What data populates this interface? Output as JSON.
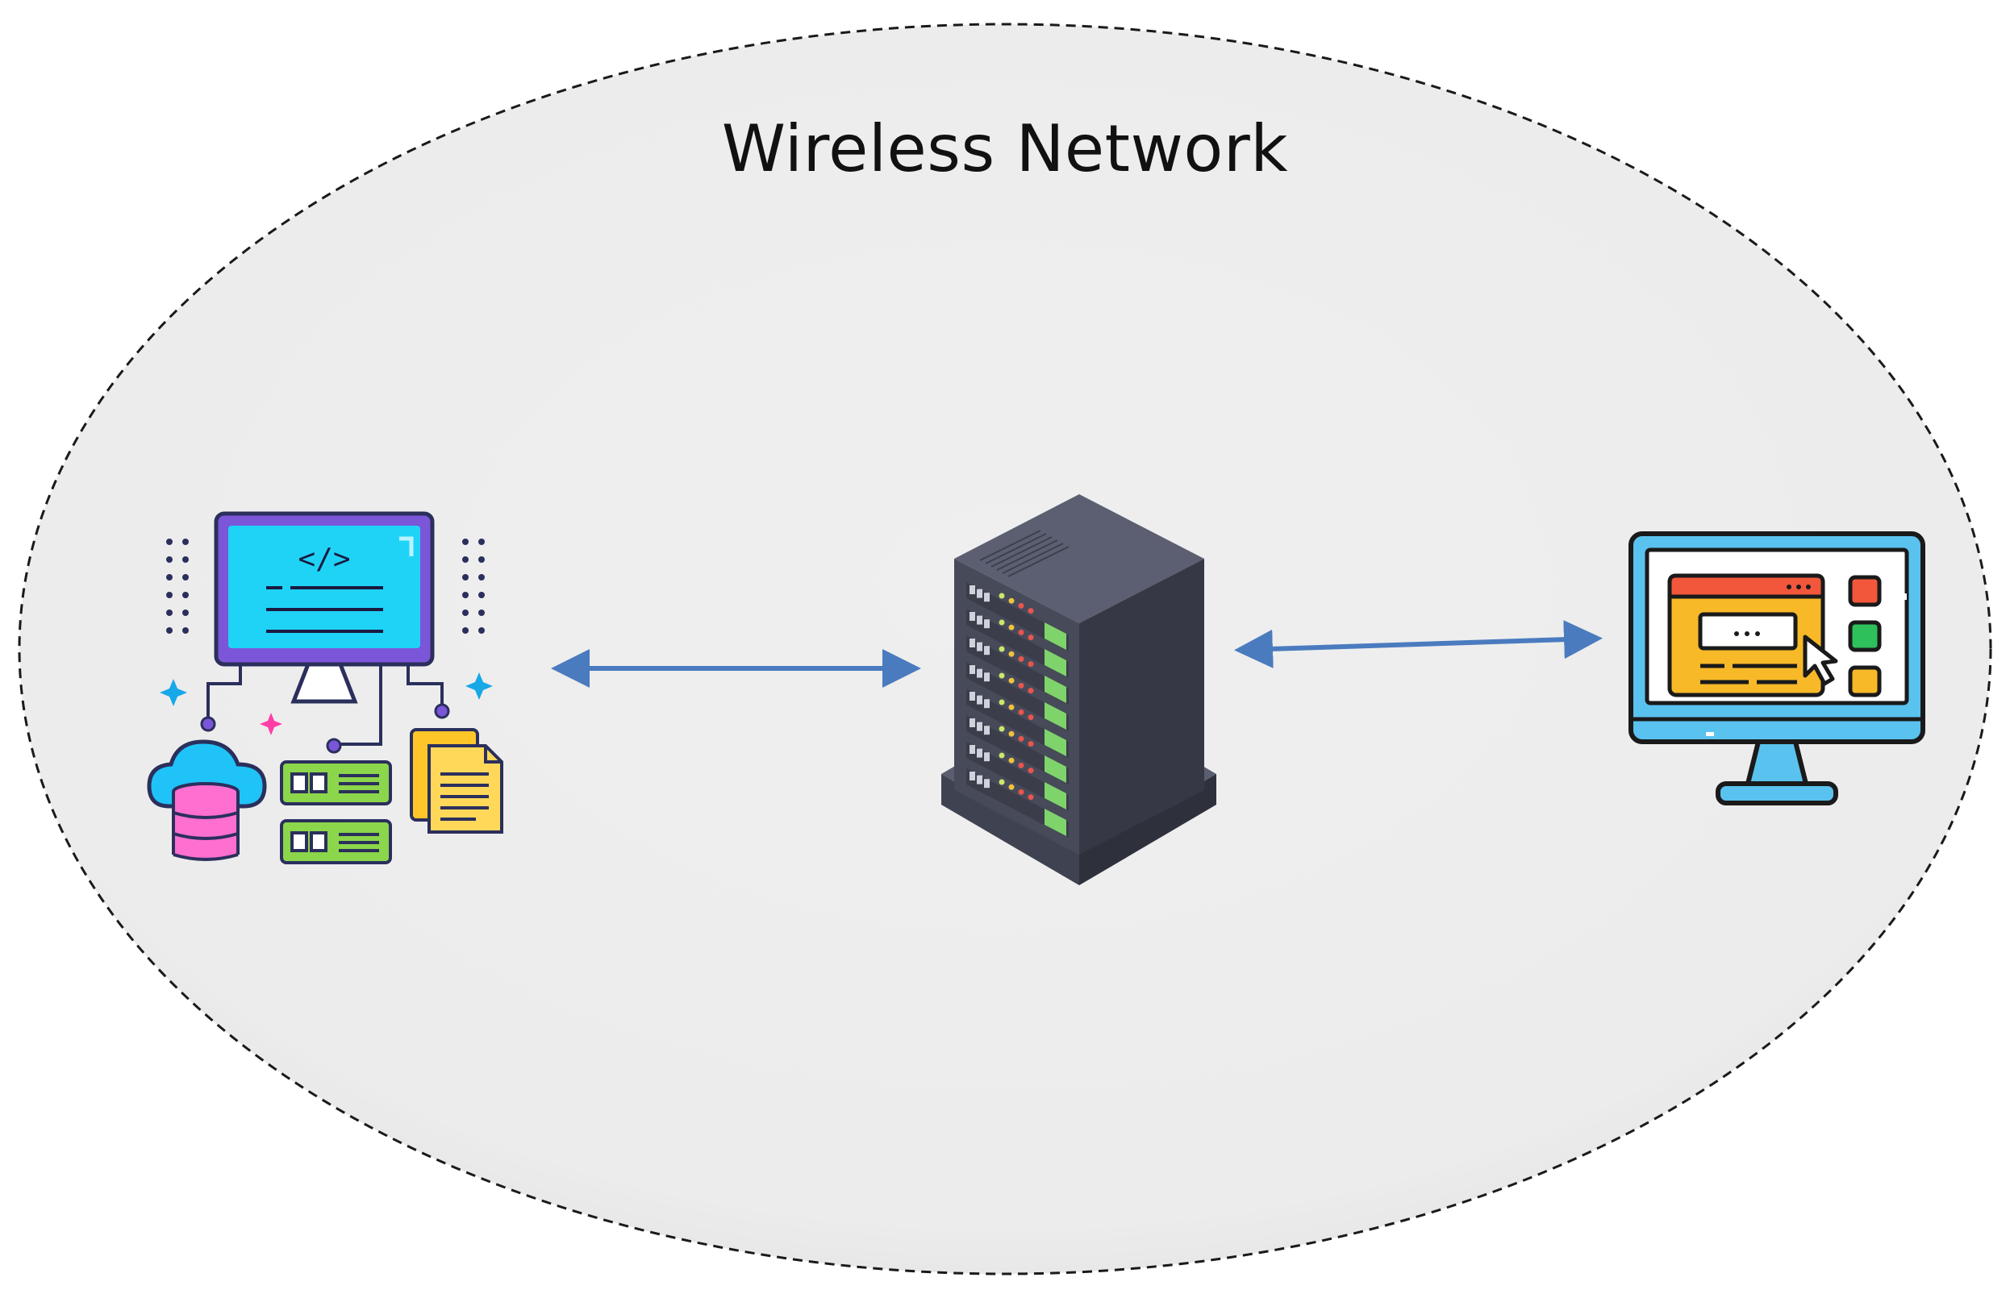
{
  "diagram": {
    "title": "Wireless Network",
    "background_color": "#ffffff",
    "region_fill": "#ececec",
    "region_border": "#1a1a1a",
    "arrow_color": "#4a7bbf",
    "nodes": [
      {
        "id": "developer-workstation",
        "icon": "code-computer-data-icon"
      },
      {
        "id": "server",
        "icon": "server-rack-icon"
      },
      {
        "id": "client",
        "icon": "web-browser-monitor-icon"
      }
    ],
    "edges": [
      {
        "from": "developer-workstation",
        "to": "server",
        "direction": "bidirectional"
      },
      {
        "from": "server",
        "to": "client",
        "direction": "bidirectional"
      }
    ]
  }
}
